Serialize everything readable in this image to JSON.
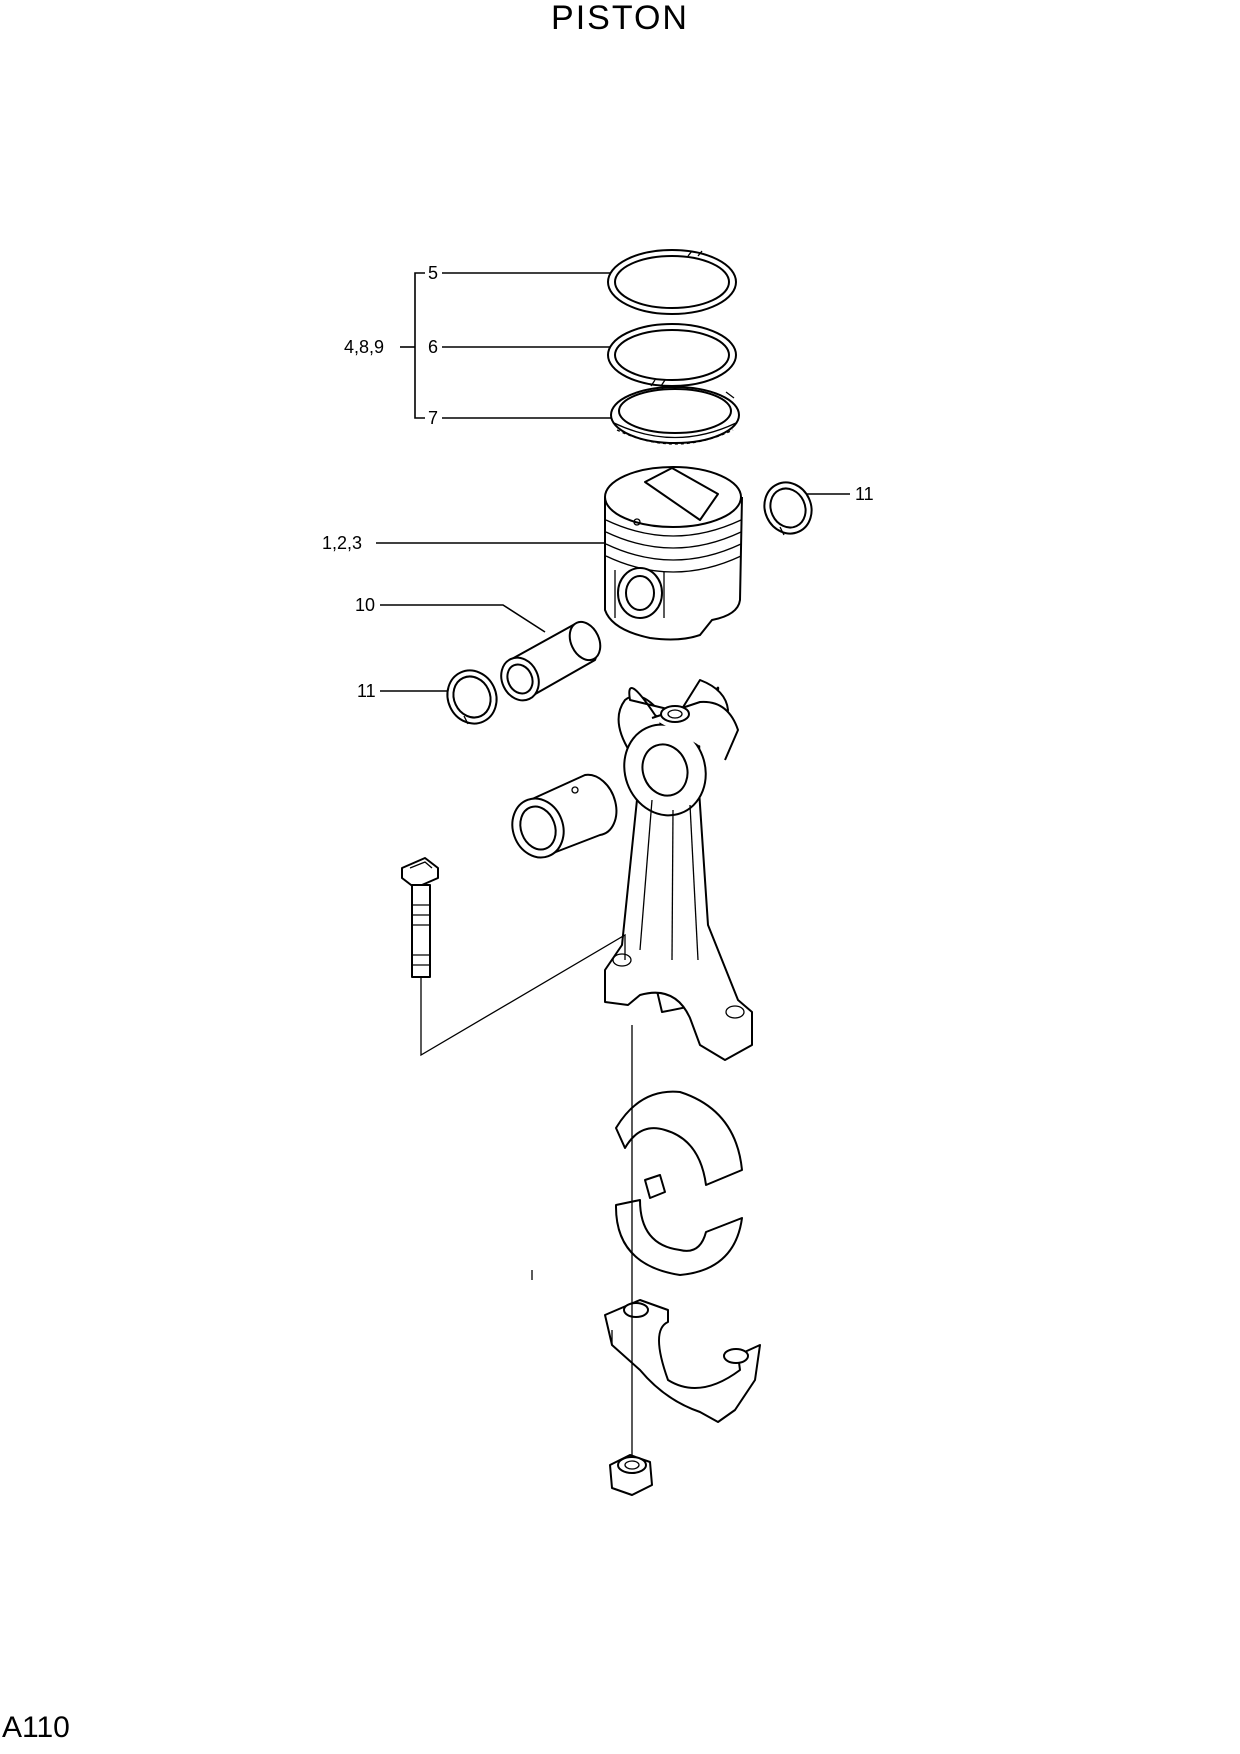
{
  "title": "PISTON",
  "page_id": "A110",
  "callouts": {
    "c5": "5",
    "c489": "4,8,9",
    "c6": "6",
    "c7": "7",
    "c11_top": "11",
    "c123": "1,2,3",
    "c10": "10",
    "c11_left": "11"
  }
}
